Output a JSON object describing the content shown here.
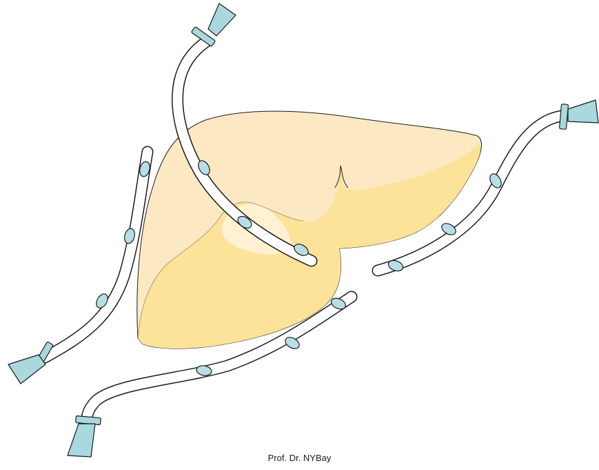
{
  "credit": "Prof. Dr. NYBay",
  "colors": {
    "organ_back": "#fce9c4",
    "organ_front": "#fde29a",
    "organ_highlight": "#fff3dc",
    "tube_perforation": "#b9dde4",
    "connector": "#a9d8de",
    "outline": "#1a1a1a"
  },
  "parts": {
    "organ": "liver",
    "drains": [
      "drain-top",
      "drain-left",
      "drain-right",
      "drain-bottom"
    ]
  }
}
